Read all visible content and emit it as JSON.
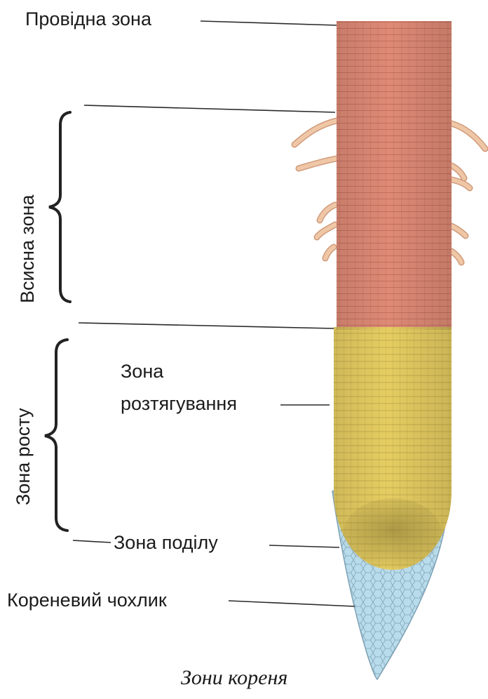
{
  "labels": {
    "conducting_zone": "Провідна зона",
    "absorption_zone": "Всисна зона",
    "growth_zone": "Зона росту",
    "elongation_zone_line1": "Зона",
    "elongation_zone_line2": "розтягування",
    "division_zone": "Зона поділу",
    "root_cap": "Кореневий чохлик"
  },
  "caption": "Зони кореня",
  "colors": {
    "conducting_zone": "#e3907a",
    "absorption_zone": "#de8a76",
    "elongation_zone": "#e6cd62",
    "division_zone": "#b8a84e",
    "root_cap": "#b9dcec",
    "leader_line": "#2a2a2a",
    "root_hair": "#efc7a6"
  }
}
